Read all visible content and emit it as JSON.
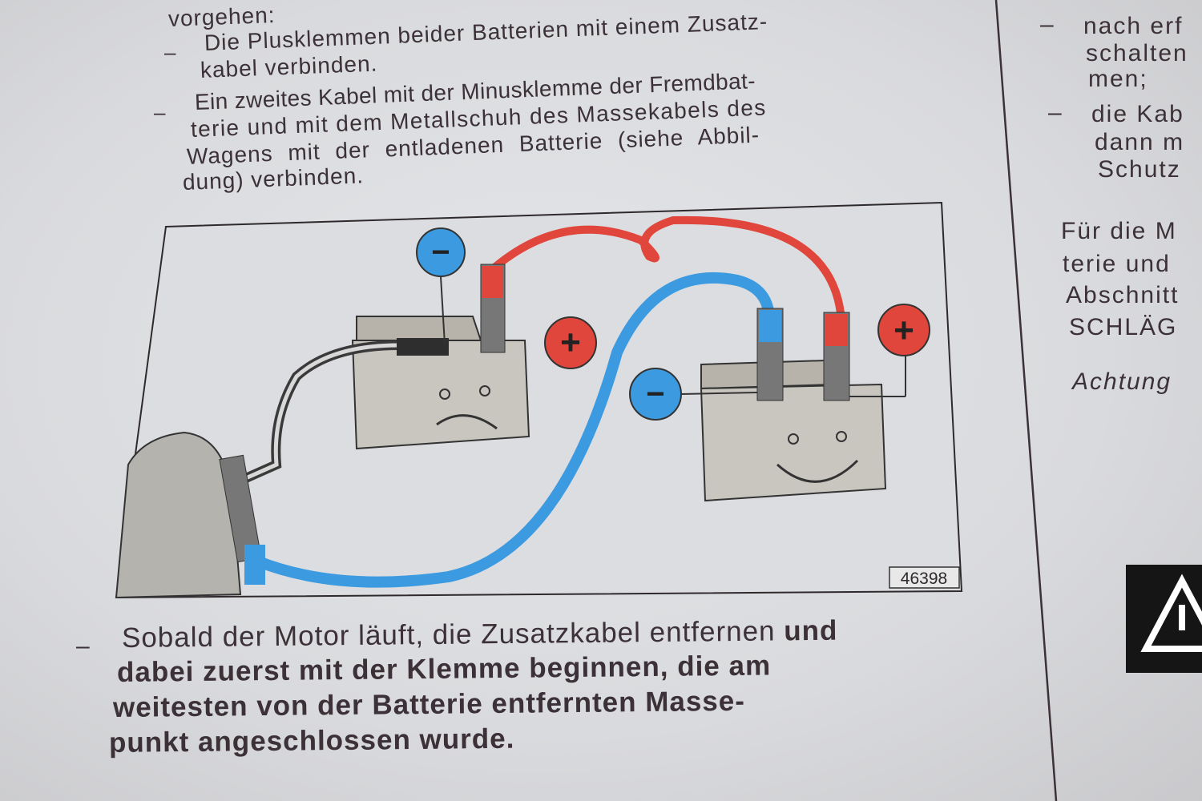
{
  "left_column": {
    "intro": "vorgehen:",
    "items": [
      {
        "bullet": "–",
        "lines": [
          "Die Plusklemmen beider Batterien mit einem Zusatz-",
          "kabel verbinden."
        ]
      },
      {
        "bullet": "–",
        "lines": [
          "Ein zweites Kabel mit der Minusklemme der Fremdbat-",
          "terie und mit dem Metallschuh des Massekabels des",
          "Wagens mit der entladenen Batterie (siehe Abbil-",
          "dung) verbinden."
        ]
      }
    ],
    "figure": {
      "number": "46398",
      "minus_symbol": "−",
      "plus_symbol": "+",
      "colors": {
        "red_cable": "#e0463c",
        "blue_cable": "#3b9ae0",
        "battery": "#c9c6bf"
      }
    },
    "final_item": {
      "bullet": "–",
      "regular": "Sobald der Motor läuft, die Zusatzkabel entfernen",
      "bold_tail": "und",
      "bold_lines": [
        "dabei zuerst mit der Klemme beginnen, die am",
        "weitesten von der Batterie entfernten Masse-",
        "punkt angeschlossen wurde."
      ]
    }
  },
  "right_column": {
    "items": [
      {
        "bullet": "–",
        "lines": [
          "nach erf",
          "schalten",
          "men;"
        ]
      },
      {
        "bullet": "–",
        "lines": [
          "die Kab",
          "dann m",
          "Schutz"
        ]
      }
    ],
    "paragraph": [
      "Für die M",
      "terie und",
      "Abschnitt",
      "SCHLÄG"
    ],
    "note": "Achtung"
  }
}
